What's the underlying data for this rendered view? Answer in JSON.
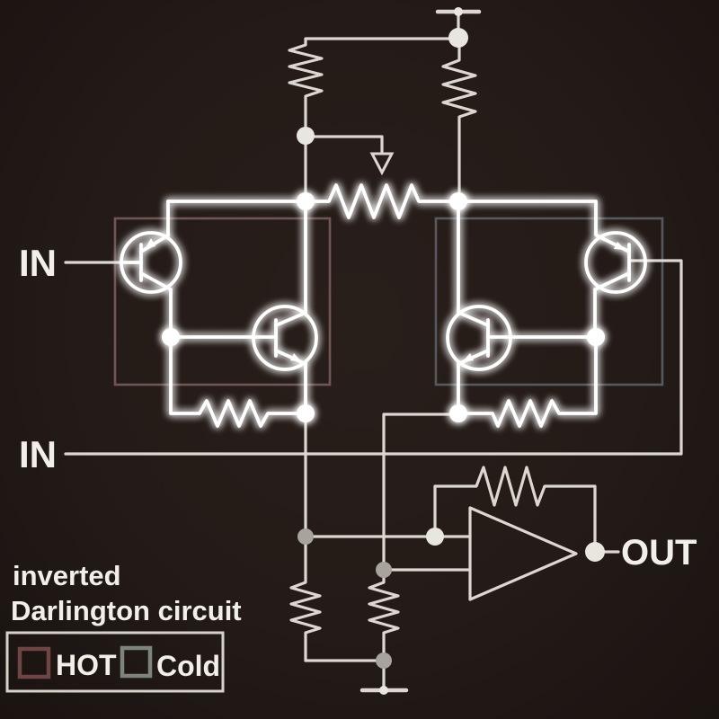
{
  "title": "inverted Darlington circuit",
  "diagram": {
    "type": "schematic",
    "description": "Balanced (HOT/Cold) input stage built from two glowing inverted Darlington (Sziklai) transistor pairs, biased from a top supply rail through two resistors and a potentiometer, feeding an op-amp output stage with feedback resistor.",
    "labels": {
      "input_hot": "IN",
      "input_cold": "IN",
      "output": "OUT"
    },
    "caption": {
      "line1": "inverted",
      "line2": "Darlington circuit"
    },
    "legend": {
      "hot_label": "HOT",
      "cold_label": "Cold",
      "hot_swatch_color": "#6e4545",
      "cold_swatch_color": "#7d847b"
    },
    "components": [
      "power-terminal-top",
      "supply-resistor-left",
      "supply-resistor-right",
      "bias-potentiometer-with-wiper",
      "hot-block: pnp-transistor-q1 + npn-transistor-q2 + feedback-resistor",
      "cold-block: pnp-transistor-q3 + npn-transistor-q4 + feedback-resistor",
      "opamp-with-feedback-resistor",
      "load-resistor-left",
      "load-resistor-right",
      "ground-terminal-bottom"
    ],
    "colors": {
      "background": "#241b18",
      "wire": "#dcd7d0",
      "glow_wire": "#ffffff",
      "hot_block_border": "#6f5554",
      "cold_block_border": "#565a5e",
      "legend_box_border": "#d6d1c9",
      "junction_gray": "#a8a39d",
      "text": "#f2efe9"
    }
  }
}
